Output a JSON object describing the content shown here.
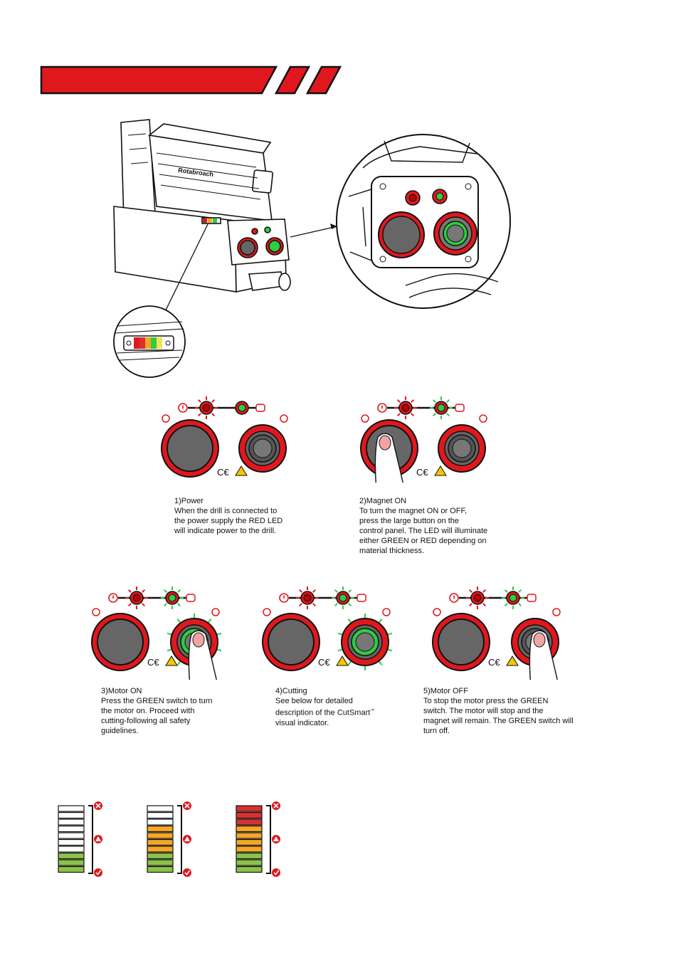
{
  "header": {
    "accent_color": "#e0181e"
  },
  "drill": {
    "brand_text": "Rotabroach"
  },
  "steps": [
    {
      "title": "1)Power",
      "lines": [
        "When the drill is connected to",
        "the power supply the RED LED",
        "will indicate power to the drill."
      ]
    },
    {
      "title": "2)Magnet ON",
      "lines": [
        "To turn the magnet ON or OFF,",
        "press the large button on the",
        "control panel. The LED will illuminate",
        "either GREEN or RED depending on",
        "material thickness."
      ]
    },
    {
      "title": "3)Motor ON",
      "lines": [
        "Press the GREEN switch to turn",
        "the motor on. Proceed with",
        "cutting-following all safety",
        "guidelines."
      ]
    },
    {
      "title": "4)Cutting",
      "lines": [
        "See below for detailed",
        "description of the CutSmart"
      ],
      "tm": "™",
      "line3": "visual indicator."
    },
    {
      "title": "5)Motor OFF",
      "lines": [
        "To stop the motor press the GREEN",
        "switch. The motor will stop and the",
        "magnet will remain. The GREEN switch will",
        "turn off."
      ]
    }
  ],
  "panel": {
    "ce_mark": "C€"
  },
  "indicators": [
    {
      "green": 3,
      "orange": 0,
      "red": 0,
      "total": 10
    },
    {
      "green": 3,
      "orange": 4,
      "red": 0,
      "total": 10
    },
    {
      "green": 3,
      "orange": 4,
      "red": 3,
      "total": 10
    }
  ],
  "colors": {
    "red": "#e0181e",
    "green": "#8bc34a",
    "led_green": "#2ecc40",
    "orange": "#f5a623",
    "bar_red": "#d93030"
  }
}
